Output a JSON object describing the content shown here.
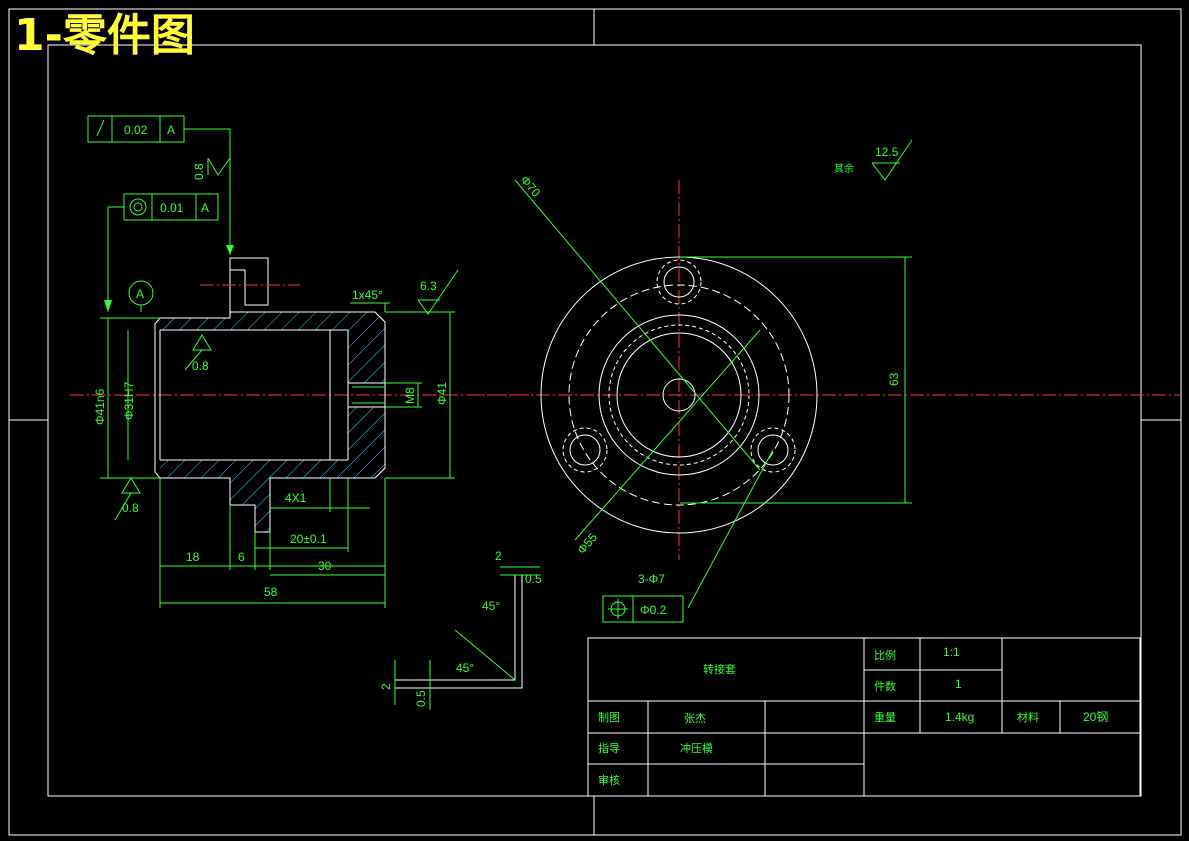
{
  "colors": {
    "background": "#000000",
    "outline": "#ffffff",
    "dimension": "#33ff33",
    "centerline": "#ff3333",
    "hatch": "#33ccff",
    "title": "#ffff33"
  },
  "sheet_title": "1-零件图",
  "tolerances": {
    "runout": {
      "value": "0.02",
      "datum": "A"
    },
    "coaxiality": {
      "value": "0.01",
      "datum": "A"
    },
    "position": {
      "value": "Φ0.2"
    },
    "datum_label": "A"
  },
  "surface_finish": {
    "top_left": "0.8",
    "bore": "0.8",
    "bottom_left": "0.8",
    "chamfer_side": "6.3",
    "rest": "12.5",
    "rest_note": "其余"
  },
  "section_view": {
    "chamfer": "1x45°",
    "dia_outer": "Φ41n6",
    "dia_bore": "Φ31H7",
    "thread": "M8",
    "dia_flange_right": "Φ41",
    "groove": "4X1",
    "len_20": "20±0.1",
    "len_18": "18",
    "len_6": "6",
    "len_30": "30",
    "len_58": "58"
  },
  "front_view": {
    "dia_70": "Φ70",
    "dia_55": "Φ55",
    "height_63": "63",
    "holes": "3-Φ7"
  },
  "detail_view": {
    "dim_2_top": "2",
    "dim_05_top": "0.5",
    "angle_top": "45°",
    "angle_bottom": "45°",
    "dim_2_left": "2",
    "dim_05_left": "0.5"
  },
  "title_block": {
    "part_name": "转接套",
    "scale_label": "比例",
    "scale_value": "1:1",
    "qty_label": "件数",
    "qty_value": "1",
    "drawn_label": "制图",
    "drawn_value": "张杰",
    "weight_label": "重量",
    "weight_value": "1.4kg",
    "material_label": "材料",
    "material_value": "20钢",
    "guide_label": "指导",
    "guide_value": "冲压模",
    "review_label": "审核"
  }
}
